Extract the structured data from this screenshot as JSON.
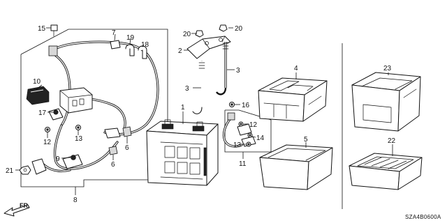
{
  "callouts": {
    "c1": "1",
    "c2": "2",
    "c3a": "3",
    "c3b": "3",
    "c4": "4",
    "c5": "5",
    "c6a": "6",
    "c6b": "6",
    "c7": "7",
    "c8": "8",
    "c9": "9",
    "c10": "10",
    "c11": "11",
    "c12a": "12",
    "c12b": "12",
    "c13a": "13",
    "c13b": "13",
    "c14": "14",
    "c15": "15",
    "c16": "16",
    "c17": "17",
    "c18": "18",
    "c19": "19",
    "c20a": "20",
    "c20b": "20",
    "c21": "21",
    "c22": "22",
    "c23": "23"
  },
  "diagram_code": "SZA4B0600A",
  "direction_label": "FR."
}
